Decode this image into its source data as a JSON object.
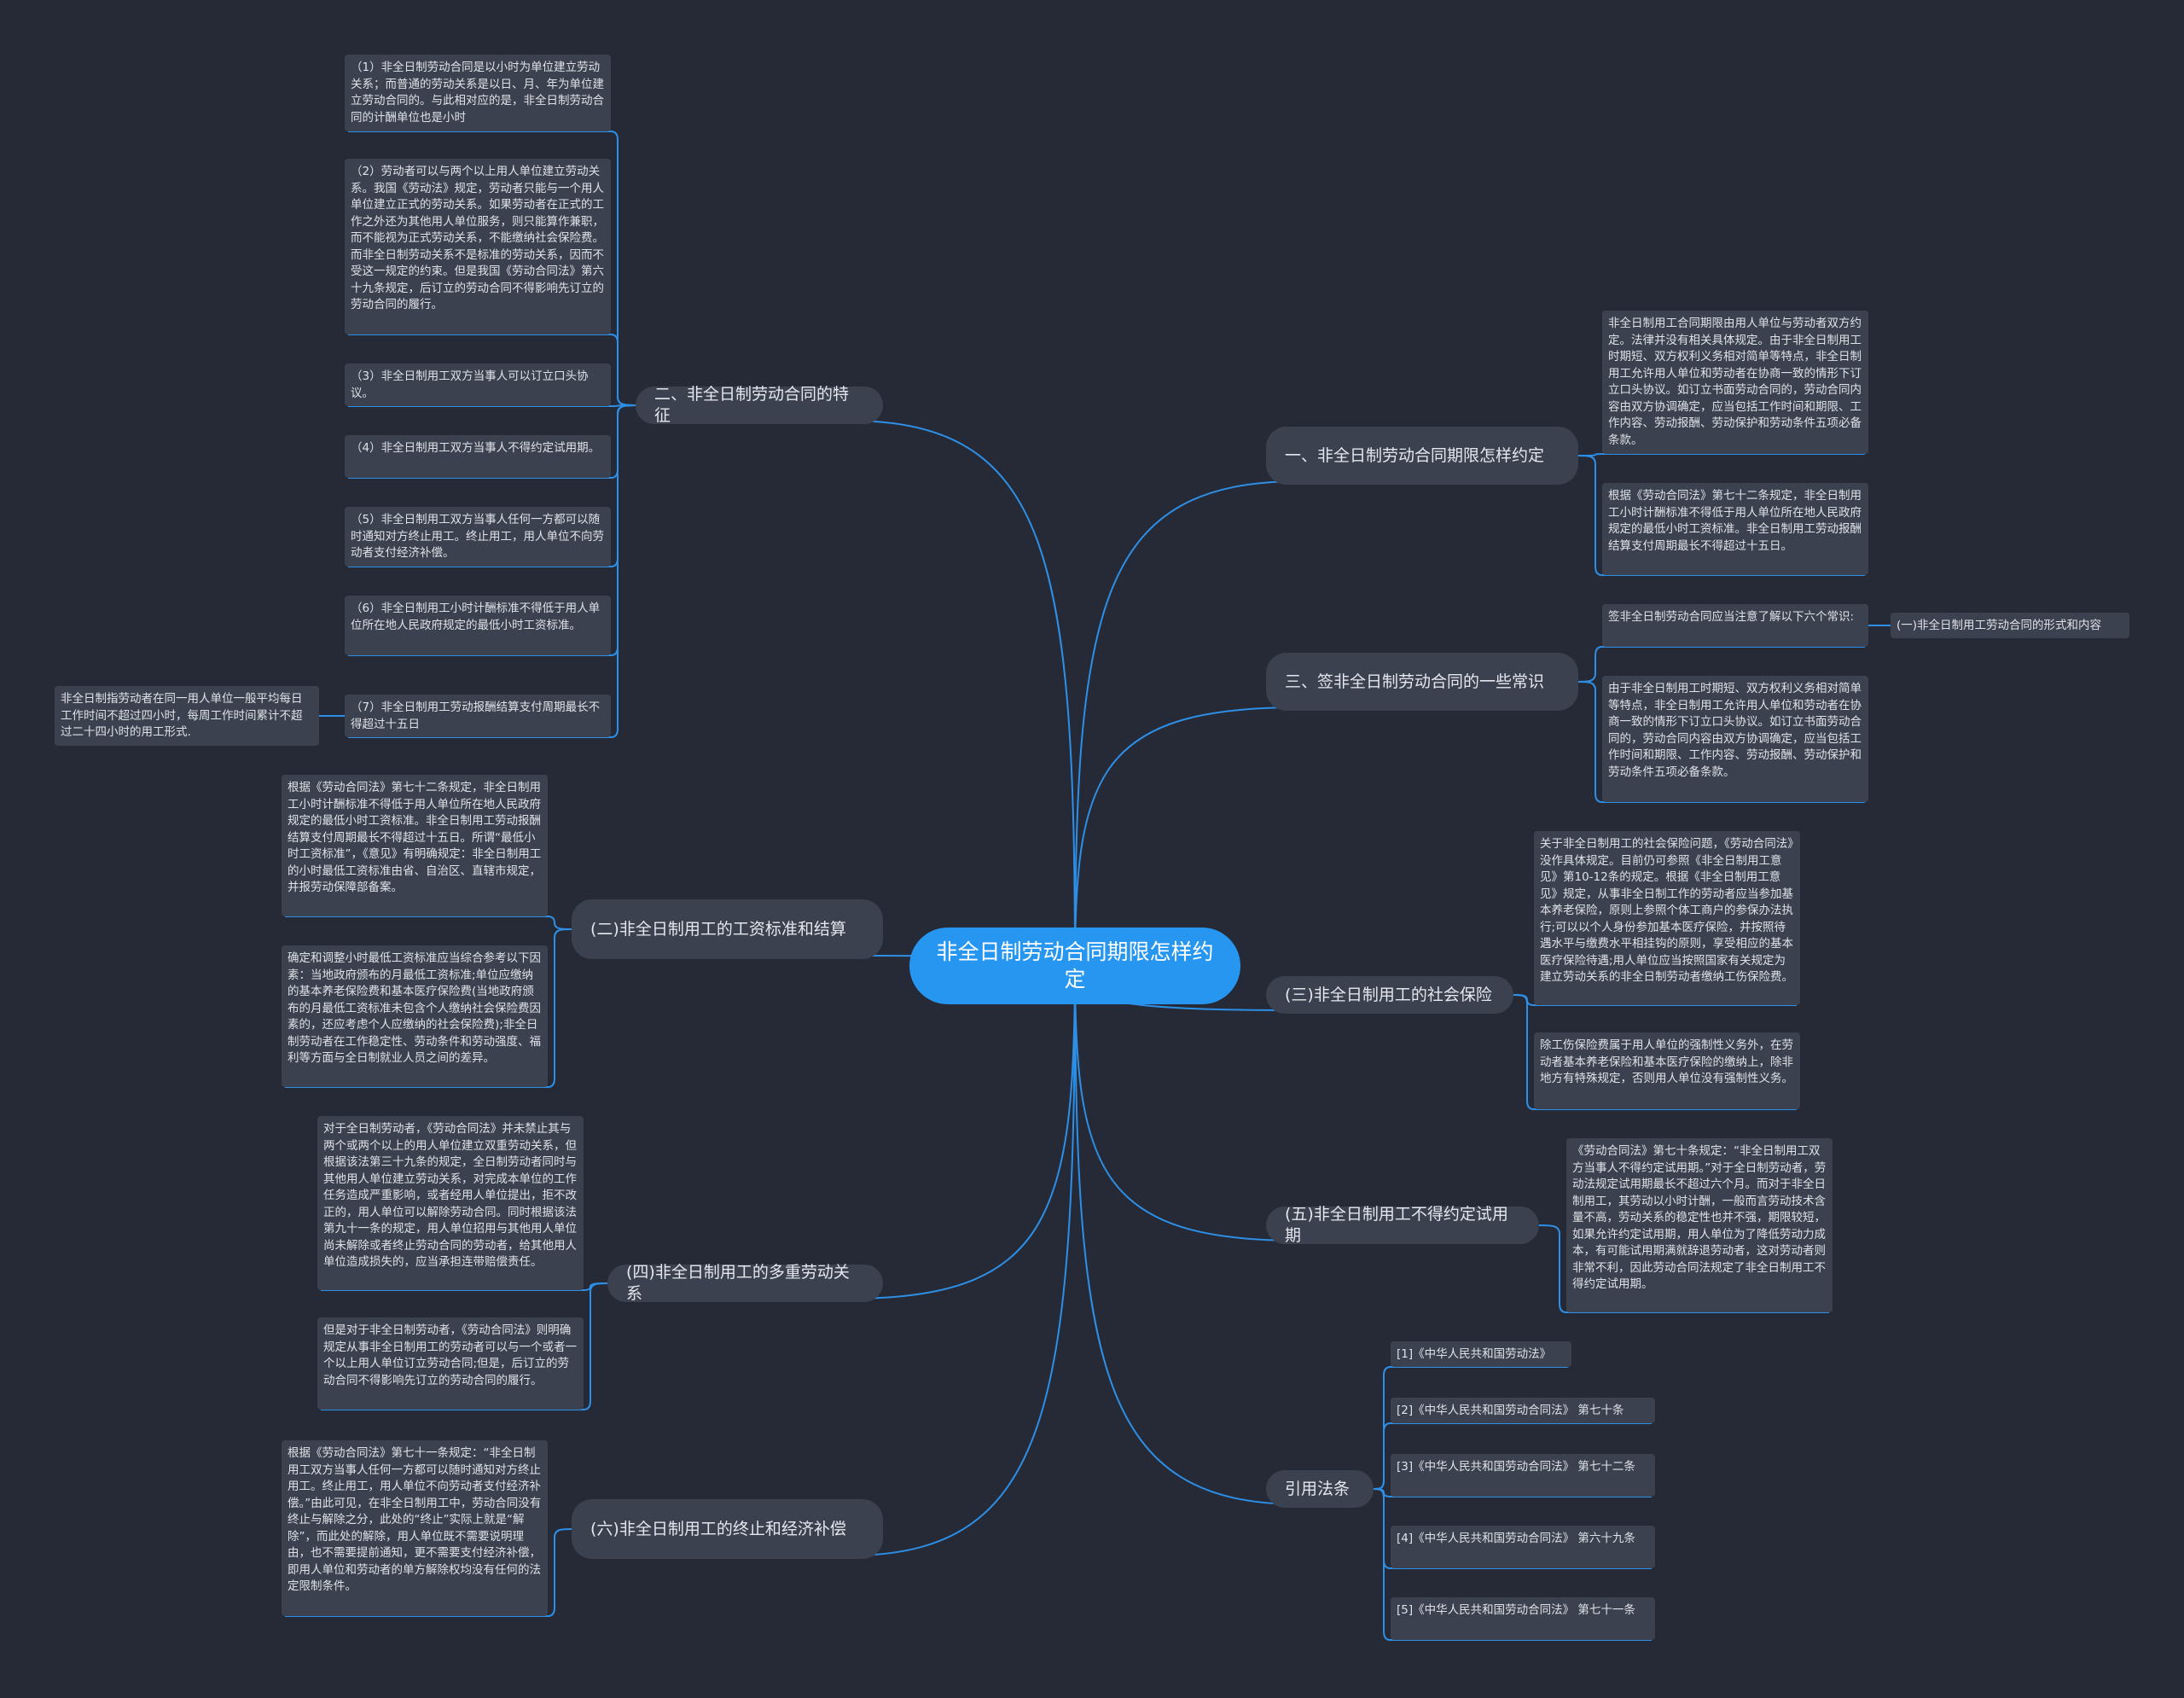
{
  "root": {
    "text": "非全日制劳动合同期限怎样约定"
  },
  "colors": {
    "background": "#252a36",
    "root": "#2796f0",
    "node": "#3b414e",
    "link": "#2e8fe6"
  },
  "branches": {
    "b2": {
      "title": "二、非全日制劳动合同的特征",
      "leaves": [
        "（1）非全日制劳动合同是以小时为单位建立劳动关系；而普通的劳动关系是以日、月、年为单位建立劳动合同的。与此相对应的是，非全日制劳动合同的计酬单位也是小时",
        "（2）劳动者可以与两个以上用人单位建立劳动关系。我国《劳动法》规定，劳动者只能与一个用人单位建立正式的劳动关系。如果劳动者在正式的工作之外还为其他用人单位服务，则只能算作兼职，而不能视为正式劳动关系，不能缴纳社会保险费。而非全日制劳动关系不是标准的劳动关系，因而不受这一规定的约束。但是我国《劳动合同法》第六十九条规定，后订立的劳动合同不得影响先订立的劳动合同的履行。",
        "（3）非全日制用工双方当事人可以订立口头协议。",
        "（4）非全日制用工双方当事人不得约定试用期。",
        "（5）非全日制用工双方当事人任何一方都可以随时通知对方终止用工。终止用工，用人单位不向劳动者支付经济补偿。",
        "（6）非全日制用工小时计酬标准不得低于用人单位所在地人民政府规定的最低小时工资标准。",
        "（7）非全日制用工劳动报酬结算支付周期最长不得超过十五日"
      ],
      "subleaf": "非全日制指劳动者在同一用人单位一般平均每日工作时间不超过四小时，每周工作时间累计不超过二十四小时的用工形式."
    },
    "b_wage": {
      "title": "(二)非全日制用工的工资标准和结算",
      "leaves": [
        "根据《劳动合同法》第七十二条规定，非全日制用工小时计酬标准不得低于用人单位所在地人民政府规定的最低小时工资标准。非全日制用工劳动报酬结算支付周期最长不得超过十五日。所谓“最低小时工资标准”，《意见》有明确规定：非全日制用工的小时最低工资标准由省、自治区、直辖市规定，并报劳动保障部备案。",
        "确定和调整小时最低工资标准应当综合参考以下因素：当地政府颁布的月最低工资标准;单位应缴纳的基本养老保险费和基本医疗保险费(当地政府颁布的月最低工资标准未包含个人缴纳社会保险费因素的，还应考虑个人应缴纳的社会保险费);非全日制劳动者在工作稳定性、劳动条件和劳动强度、福利等方面与全日制就业人员之间的差异。"
      ]
    },
    "b_multi": {
      "title": "(四)非全日制用工的多重劳动关系",
      "leaves": [
        "对于全日制劳动者，《劳动合同法》并未禁止其与两个或两个以上的用人单位建立双重劳动关系，但根据该法第三十九条的规定，全日制劳动者同时与其他用人单位建立劳动关系，对完成本单位的工作任务造成严重影响，或者经用人单位提出，拒不改正的，用人单位可以解除劳动合同。同时根据该法第九十一条的规定，用人单位招用与其他用人单位尚未解除或者终止劳动合同的劳动者，给其他用人单位造成损失的，应当承担连带赔偿责任。",
        "但是对于非全日制劳动者，《劳动合同法》则明确规定从事非全日制用工的劳动者可以与一个或者一个以上用人单位订立劳动合同;但是，后订立的劳动合同不得影响先订立的劳动合同的履行。"
      ]
    },
    "b_term": {
      "title": "(六)非全日制用工的终止和经济补偿",
      "leaves": [
        "根据《劳动合同法》第七十一条规定：“非全日制用工双方当事人任何一方都可以随时通知对方终止用工。终止用工，用人单位不向劳动者支付经济补偿。”由此可见，在非全日制用工中，劳动合同没有终止与解除之分，此处的“终止”实际上就是“解除”，而此处的解除，用人单位既不需要说明理由，也不需要提前通知，更不需要支付经济补偿，即用人单位和劳动者的单方解除权均没有任何的法定限制条件。"
      ]
    },
    "b1": {
      "title": "一、非全日制劳动合同期限怎样约定",
      "leaves": [
        "非全日制用工合同期限由用人单位与劳动者双方约定。法律并没有相关具体规定。由于非全日制用工时期短、双方权利义务相对简单等特点，非全日制用工允许用人单位和劳动者在协商一致的情形下订立口头协议。如订立书面劳动合同的，劳动合同内容由双方协调确定，应当包括工作时间和期限、工作内容、劳动报酬、劳动保护和劳动条件五项必备条款。",
        "根据《劳动合同法》第七十二条规定，非全日制用工小时计酬标准不得低于用人单位所在地人民政府规定的最低小时工资标准。非全日制用工劳动报酬结算支付周期最长不得超过十五日。"
      ]
    },
    "b3": {
      "title": "三、签非全日制劳动合同的一些常识",
      "leaves": [
        "签非全日制劳动合同应当注意了解以下六个常识:",
        "由于非全日制用工时期短、双方权利义务相对简单等特点，非全日制用工允许用人单位和劳动者在协商一致的情形下订立口头协议。如订立书面劳动合同的，劳动合同内容由双方协调确定，应当包括工作时间和期限、工作内容、劳动报酬、劳动保护和劳动条件五项必备条款。"
      ],
      "subleaf": "(一)非全日制用工劳动合同的形式和内容"
    },
    "b_ins": {
      "title": "(三)非全日制用工的社会保险",
      "leaves": [
        "关于非全日制用工的社会保险问题，《劳动合同法》没作具体规定。目前仍可参照《非全日制用工意见》第10-12条的规定。根据《非全日制用工意见》规定，从事非全日制工作的劳动者应当参加基本养老保险，原则上参照个体工商户的参保办法执行;可以以个人身份参加基本医疗保险，并按照待遇水平与缴费水平相挂钩的原则，享受相应的基本医疗保险待遇;用人单位应当按照国家有关规定为建立劳动关系的非全日制劳动者缴纳工伤保险费。",
        "除工伤保险费属于用人单位的强制性义务外，在劳动者基本养老保险和基本医疗保险的缴纳上，除非地方有特殊规定，否则用人单位没有强制性义务。"
      ]
    },
    "b_prob": {
      "title": "(五)非全日制用工不得约定试用期",
      "leaves": [
        "《劳动合同法》第七十条规定：“非全日制用工双方当事人不得约定试用期。”对于全日制劳动者，劳动法规定试用期最长不超过六个月。而对于非全日制用工，其劳动以小时计酬，一般而言劳动技术含量不高，劳动关系的稳定性也并不强，期限较短，如果允许约定试用期，用人单位为了降低劳动力成本，有可能试用期满就辞退劳动者，这对劳动者则非常不利，因此劳动合同法规定了非全日制用工不得约定试用期。"
      ]
    },
    "b_law": {
      "title": "引用法条",
      "leaves": [
        "[1]《中华人民共和国劳动法》",
        "[2]《中华人民共和国劳动合同法》 第七十条",
        "[3]《中华人民共和国劳动合同法》 第七十二条",
        "[4]《中华人民共和国劳动合同法》 第六十九条",
        "[5]《中华人民共和国劳动合同法》 第七十一条"
      ]
    }
  }
}
